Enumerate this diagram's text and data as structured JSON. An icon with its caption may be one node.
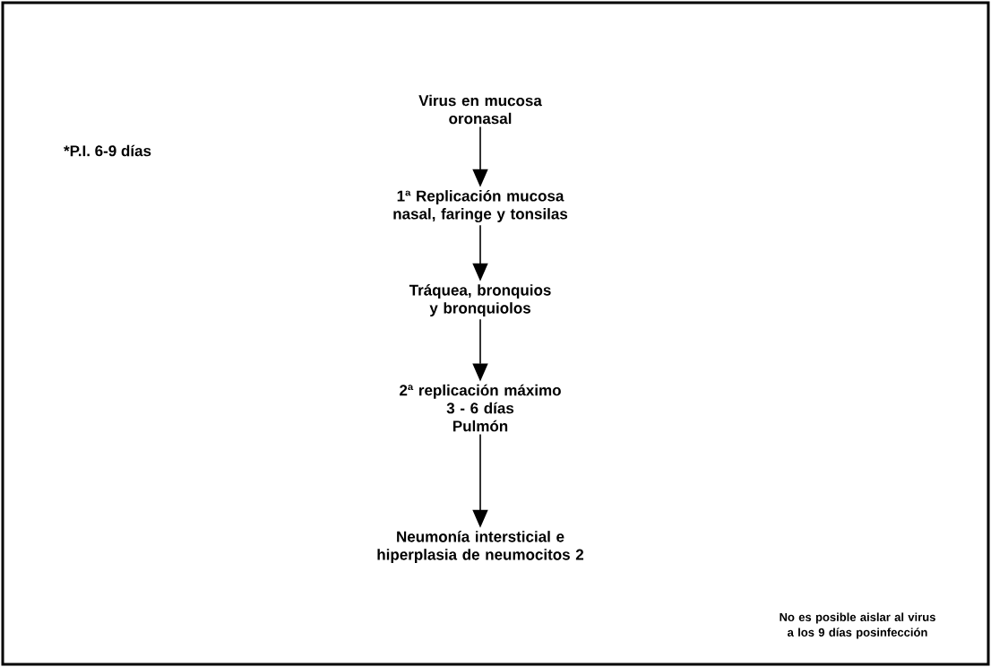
{
  "diagram": {
    "nodes": [
      {
        "text": [
          "Virus en mucosa oronasal"
        ]
      },
      {
        "text": [
          "1ª Replicación mucosa nasal, faringe y tonsilas"
        ]
      },
      {
        "text": [
          "Tráquea, bronquios y bronquiolos"
        ]
      },
      {
        "text": [
          "2ª replicación máximo",
          "3 - 6 días",
          "Pulmón"
        ]
      },
      {
        "text": [
          "Neumonía intersticial e hiperplasia de neumocitos 2"
        ]
      }
    ],
    "edges": [
      {
        "from": 0,
        "to": 1,
        "arrow": "to"
      },
      {
        "from": 1,
        "to": 2,
        "arrow": "to"
      },
      {
        "from": 2,
        "to": 3,
        "arrow": "to"
      },
      {
        "from": 3,
        "to": 4,
        "arrow": "to"
      }
    ],
    "labels": [
      "*P.I. 6-9 días",
      "No es posible aislar al virus a los 9 días posinfección"
    ]
  }
}
